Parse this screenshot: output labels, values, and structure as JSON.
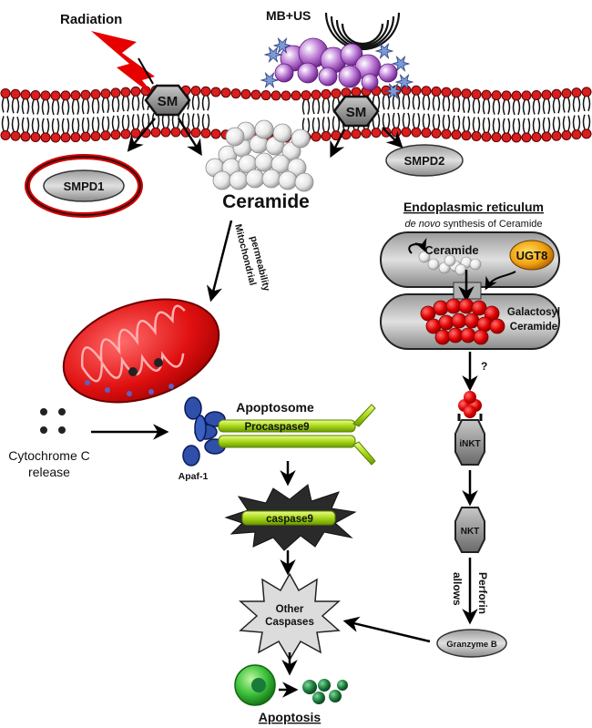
{
  "labels": {
    "radiation": "Radiation",
    "mb_us": "MB+US",
    "sm_left": "SM",
    "sm_right": "SM",
    "smpd1": "SMPD1",
    "smpd2": "SMPD2",
    "ceramide": "Ceramide",
    "mito_line1": "Mitochondrial",
    "mito_line2": "permeability",
    "er_title": "Endoplasmic reticulum",
    "er_subtitle_italic": "de novo",
    "er_subtitle_rest": " synthesis of Ceramide",
    "er_ceramide": "Ceramide",
    "ugt8": "UGT8",
    "galactosyl_line1": "Galactosyl",
    "galactosyl_line2": "Ceramide",
    "question": "?",
    "inkt": "iNKT",
    "nkt": "NKT",
    "perforin": "Perforin",
    "allows": "allows",
    "granzyme": "Granzyme B",
    "cytochrome_line1": "Cytochrome C",
    "cytochrome_line2": "release",
    "apoptosome": "Apoptosome",
    "procaspase9": "Procaspase9",
    "apaf1": "Apaf-1",
    "caspase9": "caspase9",
    "other_line1": "Other",
    "other_line2": "Caspases",
    "apoptosis": "Apoptosis"
  },
  "colors": {
    "membrane_head": "#d81e1e",
    "sm_hexagon": "#7f7f7f",
    "ceramide_sphere": "#e8e8e8",
    "mitochondrion": "#e01010",
    "apaf1": "#2f4fa8",
    "procaspase": "#a8d81a",
    "galactosyl": "#e00000",
    "ugt8": "#f0a010",
    "apoptotic_cell": "#1fa01f"
  }
}
